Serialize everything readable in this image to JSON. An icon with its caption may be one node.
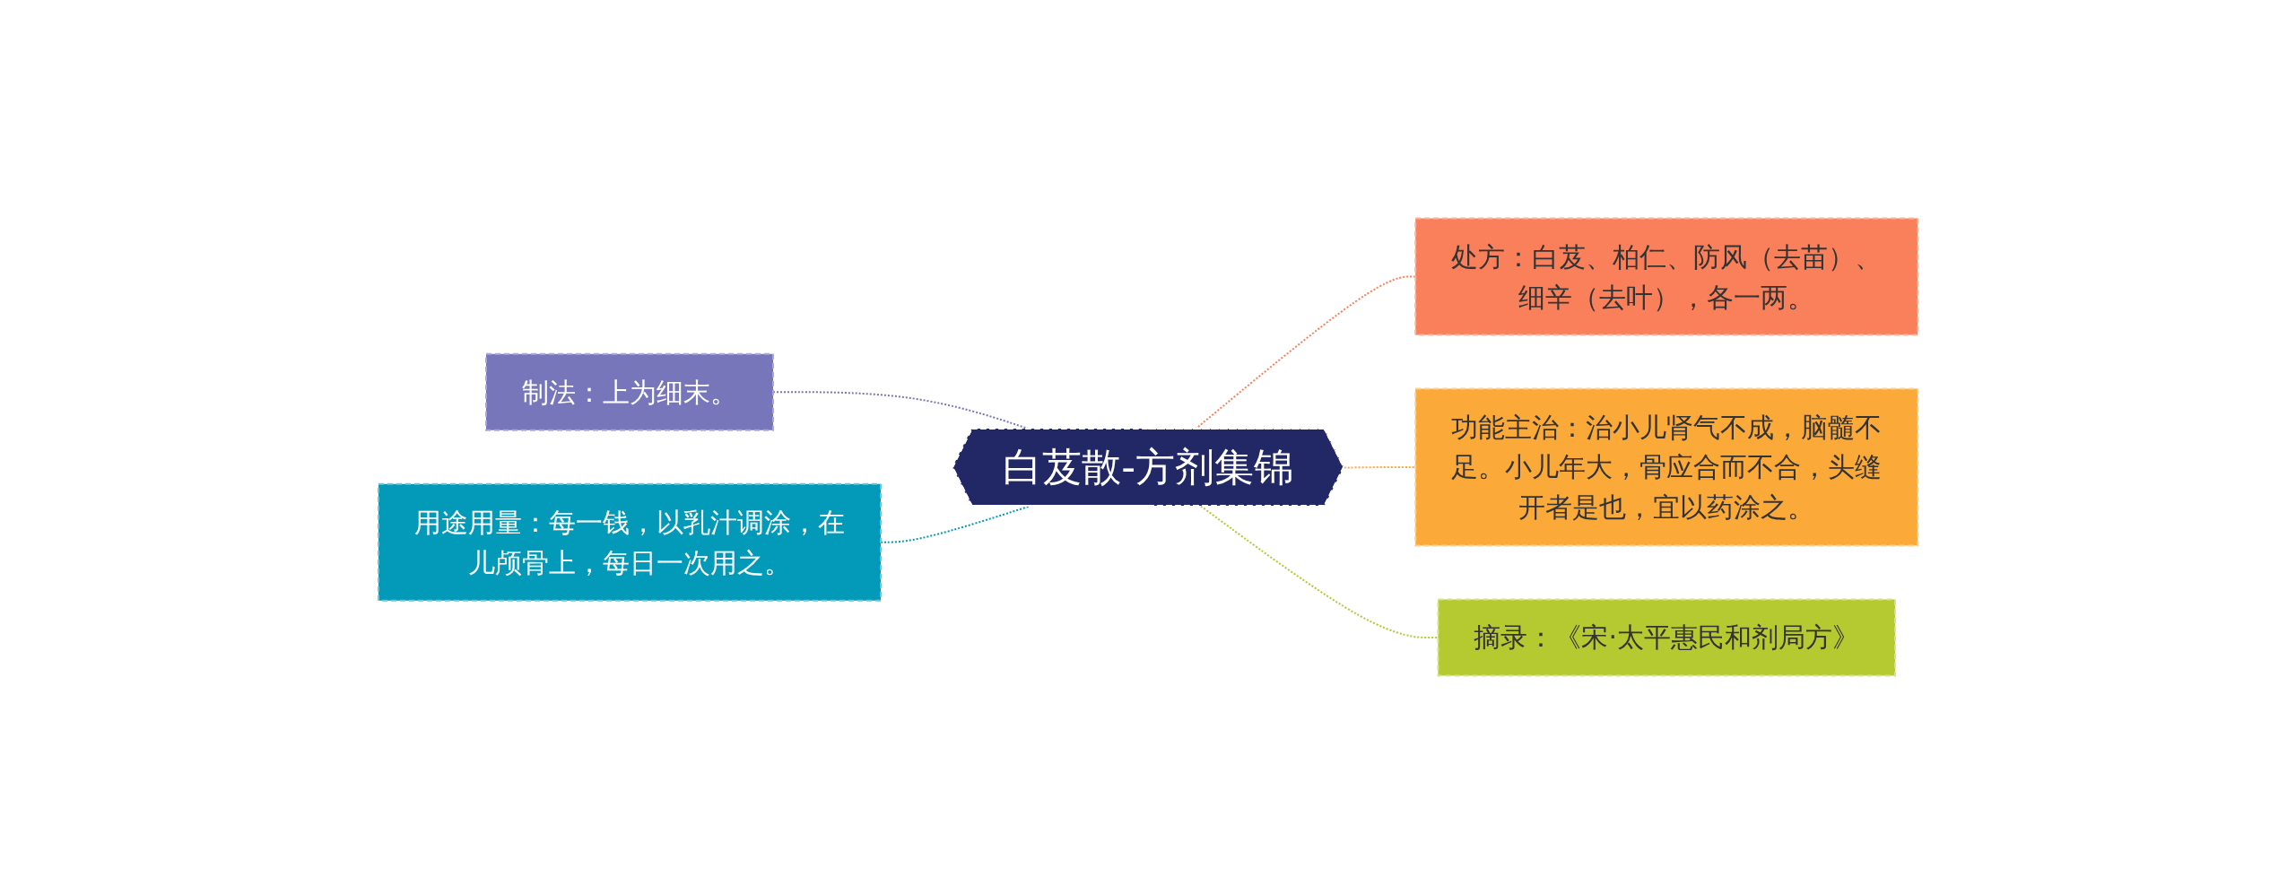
{
  "diagram": {
    "nodes": [
      {
        "text": [
          "白芨散-方剂集锦"
        ]
      },
      {
        "text": [
          "制法：上为细末。"
        ]
      },
      {
        "text": [
          "用途用量：每一钱，以乳汁调涂，在儿颅骨上，每日一次用之。"
        ]
      },
      {
        "text": [
          "处方：白芨、柏仁、防风（去苗）、细辛（去叶），各一两。"
        ]
      },
      {
        "text": [
          "功能主治：治小儿肾气不成，脑髓不足。小儿年大，骨应合而不合，头缝开者是也，宜以药涂之。"
        ]
      },
      {
        "text": [
          "摘录：《宋·太平惠民和剂局方》"
        ]
      }
    ],
    "edges": [
      {
        "from": 0,
        "to": 1,
        "arrow": "none",
        "style": "dashed",
        "color": "#7876bb"
      },
      {
        "from": 0,
        "to": 2,
        "arrow": "none",
        "style": "dashed",
        "color": "#0399b8"
      },
      {
        "from": 0,
        "to": 3,
        "arrow": "none",
        "style": "dashed",
        "color": "#f9805a"
      },
      {
        "from": 0,
        "to": 4,
        "arrow": "none",
        "style": "dashed",
        "color": "#fbaa3a"
      },
      {
        "from": 0,
        "to": 5,
        "arrow": "none",
        "style": "dashed",
        "color": "#b5c930"
      }
    ]
  }
}
